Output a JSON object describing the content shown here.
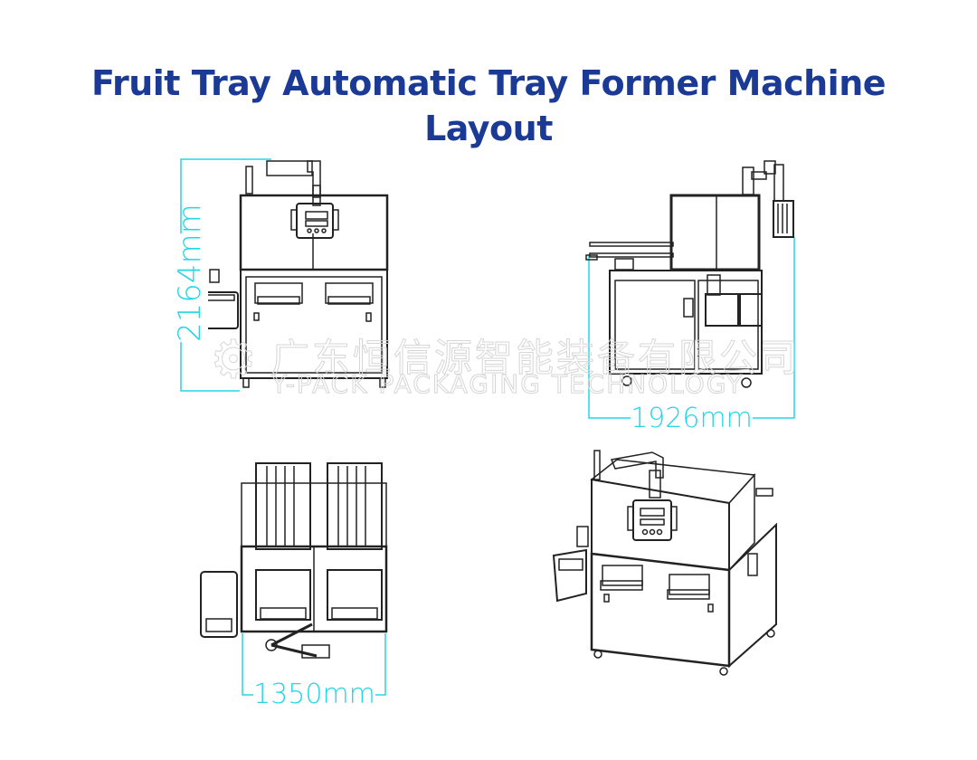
{
  "title": {
    "line1": "Fruit Tray Automatic Tray Former Machine",
    "line2": "Layout"
  },
  "views": [
    {
      "name": "front-view",
      "dimension_label": "2164mm",
      "dimension_axis": "vertical"
    },
    {
      "name": "side-view",
      "dimension_label": "1926mm",
      "dimension_axis": "horizontal"
    },
    {
      "name": "top-view",
      "dimension_label": "1350mm",
      "dimension_axis": "horizontal"
    },
    {
      "name": "isometric-view"
    }
  ],
  "watermark": {
    "chinese": "广东恒信源智能装备有限公司",
    "english": "Y-PACK PACKAGING TECHNOLOGY"
  },
  "colors": {
    "title": "#1a3a96",
    "dimension": "#22d6e6",
    "drawing": "#222222"
  }
}
